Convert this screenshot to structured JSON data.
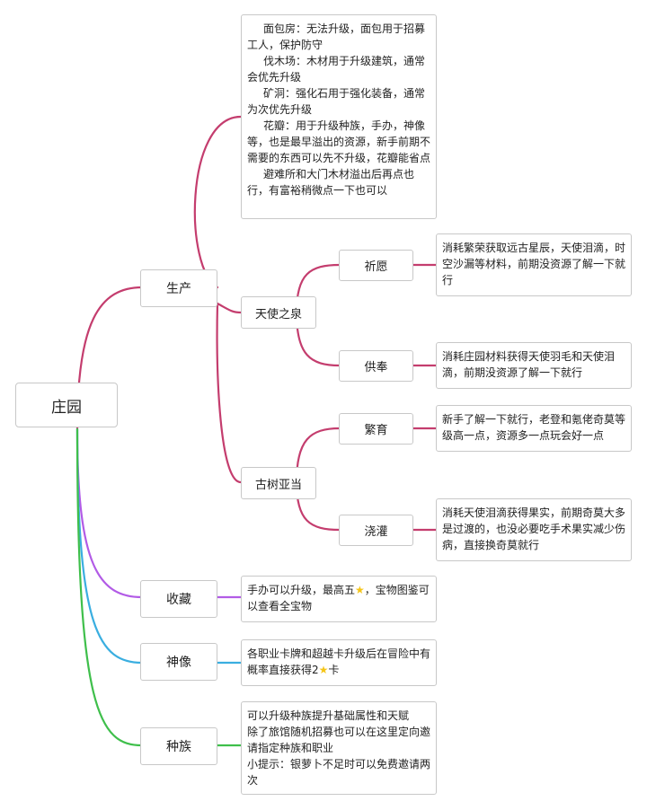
{
  "root": "庄园",
  "colors": {
    "production": "#c43d6e",
    "collection": "#b25be6",
    "statue": "#3aaee0",
    "race": "#3fbf4b"
  },
  "icons": {
    "star": "star-icon"
  },
  "nodes": {
    "production": "生产",
    "angel_fountain": "天使之泉",
    "pray": "祈愿",
    "offer": "供奉",
    "ancient_tree": "古树亚当",
    "breed": "繁育",
    "water": "浇灌",
    "collection": "收藏",
    "statue": "神像",
    "race": "种族"
  },
  "notes": {
    "production": [
      "面包房：无法升级，面包用于招募工人，保护防守",
      "伐木场：木材用于升级建筑，通常会优先升级",
      "矿洞：强化石用于强化装备，通常为次优先升级",
      "花瓣：用于升级种族，手办，神像等，也是最早溢出的资源，新手前期不需要的东西可以先不升级，花瓣能省点",
      "避难所和大门木材溢出后再点也行，有富裕稍微点一下也可以"
    ],
    "pray": "消耗繁荣获取远古星辰，天使泪滴，时空沙漏等材料，前期没资源了解一下就行",
    "offer": "消耗庄园材料获得天使羽毛和天使泪滴，前期没资源了解一下就行",
    "breed": "新手了解一下就行，老登和氪佬奇莫等级高一点，资源多一点玩会好一点",
    "water": "消耗天使泪滴获得果实，前期奇莫大多是过渡的，也没必要吃手术果实减少伤病，直接换奇莫就行",
    "collection": {
      "before_star": "手办可以升级，最高五",
      "after_star": "，宝物图鉴可以查看全宝物"
    },
    "statue": {
      "before_star": "各职业卡牌和超越卡升级后在冒险中有概率直接获得2",
      "after_star": "卡"
    },
    "race": [
      "可以升级种族提升基础属性和天赋",
      "除了旅馆随机招募也可以在这里定向邀请指定种族和职业",
      "小提示：银萝卜不足时可以免费邀请两次"
    ]
  }
}
